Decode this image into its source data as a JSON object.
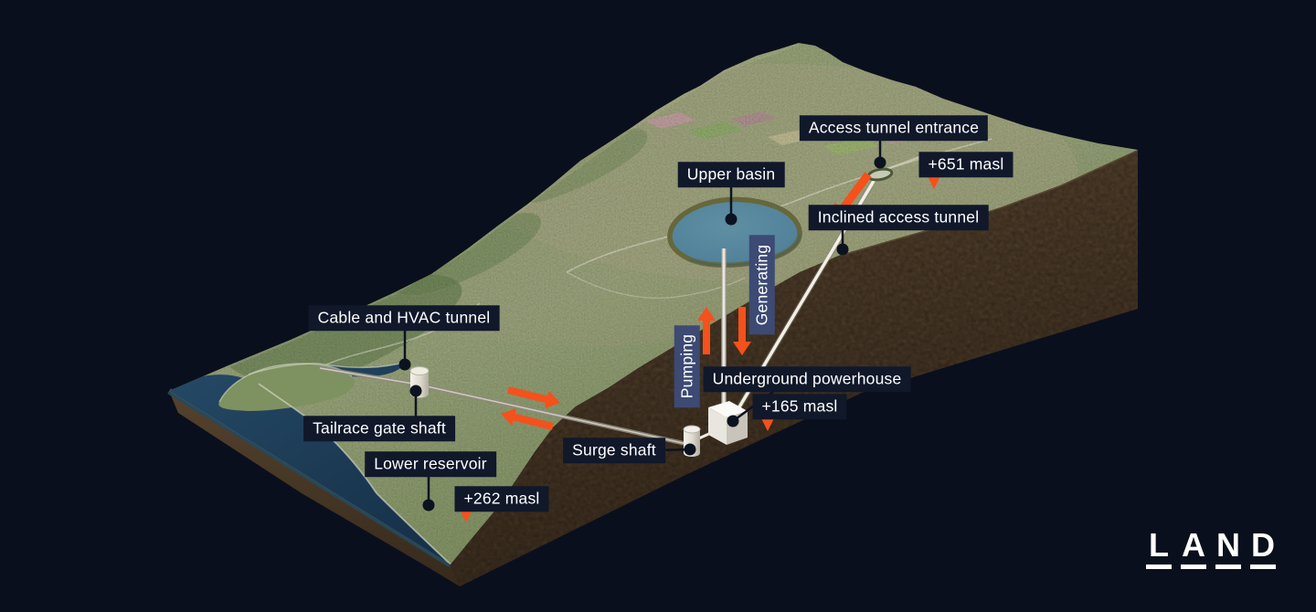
{
  "colors": {
    "background": "#0a0f1d",
    "label_bg": "#10182a",
    "label_text": "#ffffff",
    "mode_label_bg": "#3c4a74",
    "accent_orange": "#f4511c",
    "terrain_green": "#8d9c70",
    "rock_brown": "#4a3927",
    "water_dark": "#1c3a54",
    "basin_teal": "#53839b",
    "tunnel_line": "#f2efe6",
    "leader_dark": "#0c1320",
    "logo_color": "#ffffff"
  },
  "labels": {
    "access_tunnel_entrance": "Access tunnel entrance",
    "elevation_entrance": "+651 masl",
    "upper_basin": "Upper basin",
    "inclined_access_tunnel": "Inclined access tunnel",
    "generating": "Generating",
    "pumping": "Pumping",
    "underground_powerhouse": "Underground powerhouse",
    "elevation_powerhouse": "+165 masl",
    "surge_shaft": "Surge shaft",
    "cable_hvac_tunnel": "Cable and HVAC tunnel",
    "tailrace_gate_shaft": "Tailrace gate shaft",
    "lower_reservoir": "Lower reservoir",
    "elevation_lower_reservoir": "+262 masl"
  },
  "logo": {
    "letters": [
      "L",
      "A",
      "N",
      "D"
    ]
  }
}
